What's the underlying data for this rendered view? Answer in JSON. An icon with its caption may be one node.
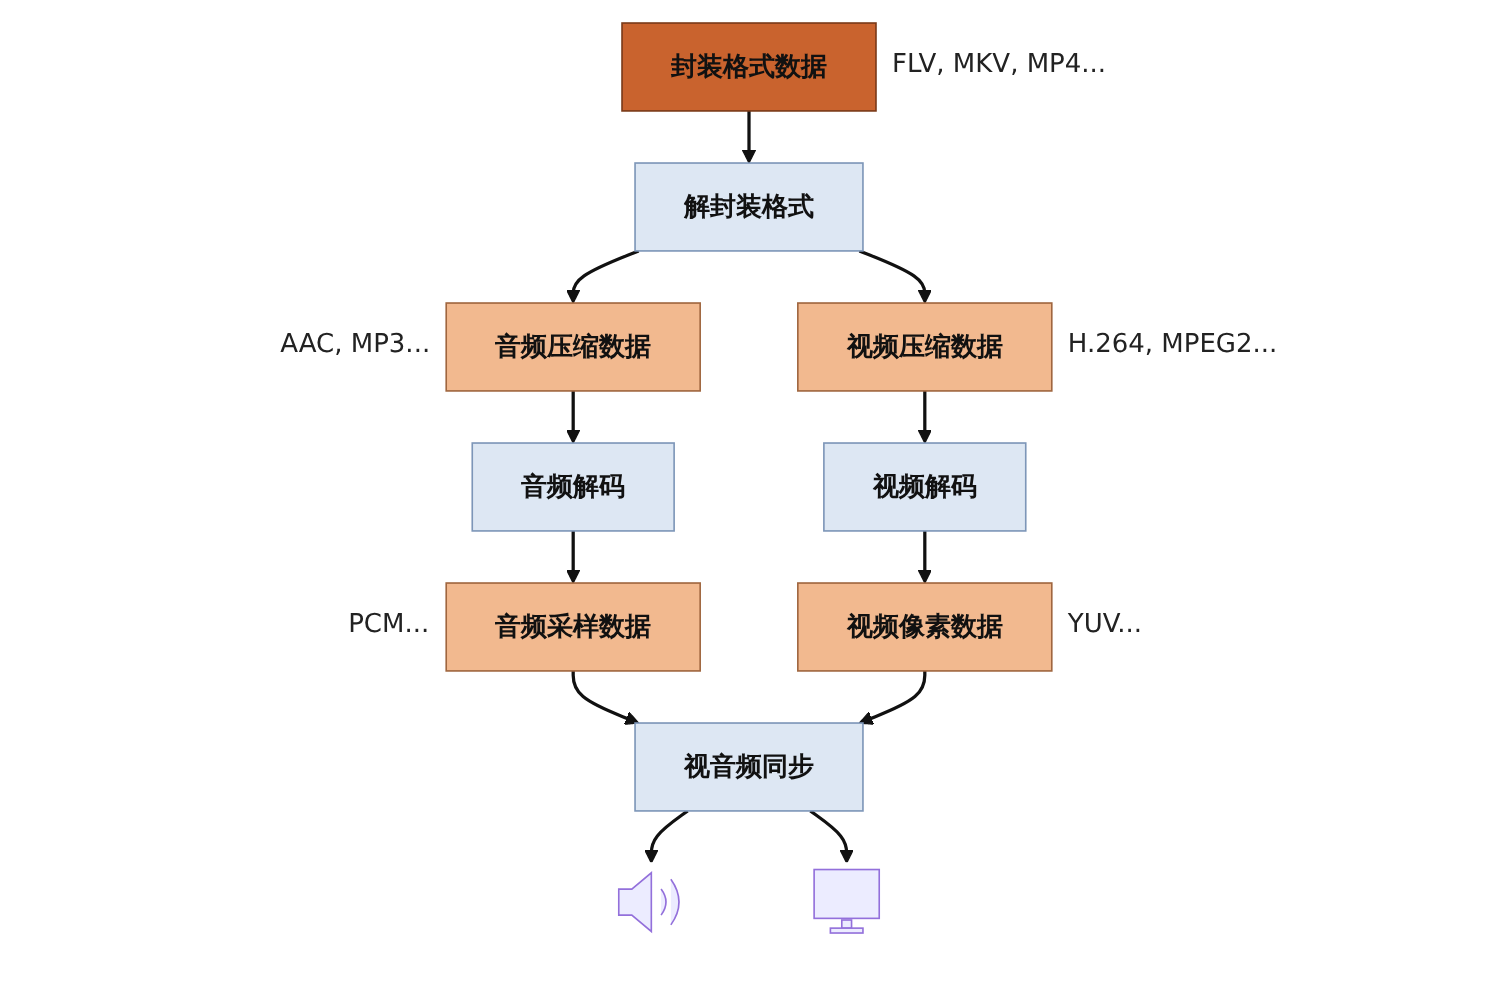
{
  "diagram": {
    "nodes": [
      {
        "text": [
          "封装格式数据"
        ],
        "beside": [
          "FLV, MKV, MP4..."
        ]
      },
      {
        "text": [
          "解封装格式"
        ]
      },
      {
        "text": [
          "音频压缩数据"
        ],
        "beside": [
          "AAC, MP3..."
        ]
      },
      {
        "text": [
          "视频压缩数据"
        ],
        "beside": [
          "H.264, MPEG2..."
        ]
      },
      {
        "text": [
          "音频解码"
        ]
      },
      {
        "text": [
          "视频解码"
        ]
      },
      {
        "text": [
          "音频采样数据"
        ],
        "beside": [
          "PCM..."
        ]
      },
      {
        "text": [
          "视频像素数据"
        ],
        "beside": [
          "YUV..."
        ]
      },
      {
        "text": [
          "视音频同步"
        ]
      },
      {
        "text": [],
        "shape": "speaker"
      },
      {
        "text": [],
        "shape": "monitor"
      }
    ],
    "edges": [
      {
        "from": 0,
        "to": 1,
        "arrow": "to"
      },
      {
        "from": 1,
        "to": 2,
        "arrow": "to"
      },
      {
        "from": 1,
        "to": 3,
        "arrow": "to"
      },
      {
        "from": 2,
        "to": 4,
        "arrow": "to"
      },
      {
        "from": 3,
        "to": 5,
        "arrow": "to"
      },
      {
        "from": 4,
        "to": 6,
        "arrow": "to"
      },
      {
        "from": 5,
        "to": 7,
        "arrow": "to"
      },
      {
        "from": 6,
        "to": 8,
        "arrow": "to"
      },
      {
        "from": 7,
        "to": 8,
        "arrow": "to"
      },
      {
        "from": 8,
        "to": 9,
        "arrow": "to"
      },
      {
        "from": 8,
        "to": 10,
        "arrow": "to"
      }
    ]
  }
}
